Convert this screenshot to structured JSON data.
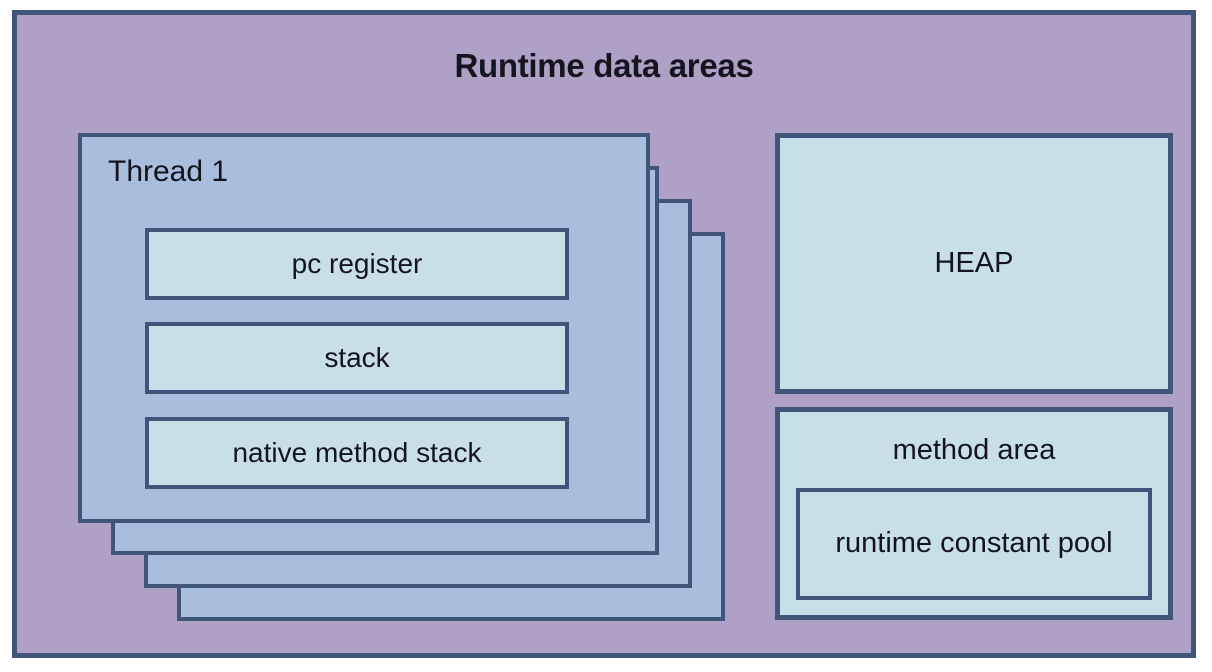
{
  "diagram": {
    "title": "Runtime data areas",
    "colors": {
      "outer_fill": "#afa1c5",
      "border": "#41557a",
      "thread_card_fill": "#a9bddd",
      "sub_area_fill": "#c8dfe9",
      "text": "#14141e"
    },
    "thread_stack": {
      "label": "Thread 1",
      "card_count": 4,
      "areas": [
        {
          "label": "pc register"
        },
        {
          "label": "stack"
        },
        {
          "label": "native method stack"
        }
      ]
    },
    "right_column": {
      "heap": {
        "label": "HEAP"
      },
      "method_area": {
        "label": "method area",
        "nested": {
          "label": "runtime constant pool"
        }
      }
    }
  }
}
